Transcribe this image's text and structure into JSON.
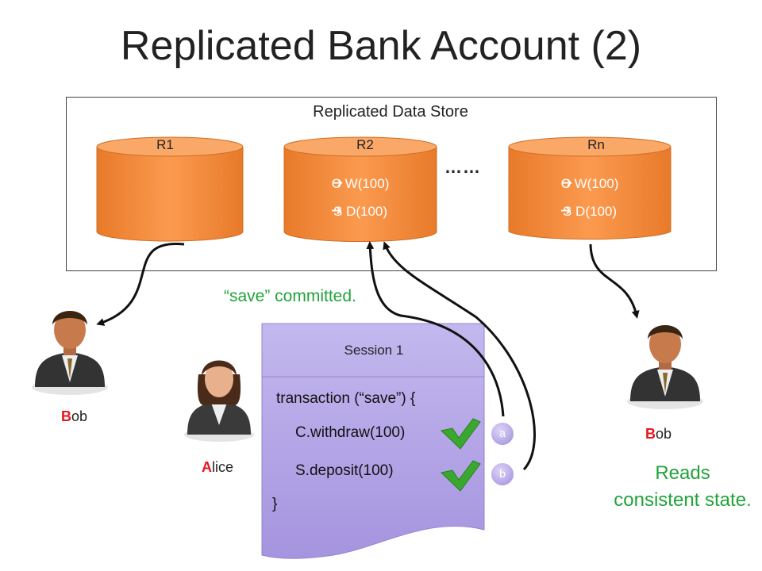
{
  "title": "Replicated Bank Account (2)",
  "store": {
    "label": "Replicated Data Store",
    "ellipsis": "……",
    "replicas": [
      {
        "name": "R1",
        "line1": "",
        "line2": ""
      },
      {
        "name": "R2",
        "line1": "C  W(100)",
        "line2": "S  D(100)"
      },
      {
        "name": "Rn",
        "line1": "C  W(100)",
        "line2": "S  D(100)"
      }
    ]
  },
  "annotations": {
    "save_committed": "“save” committed.",
    "reads": "Reads consistent state."
  },
  "people": {
    "bob_left": {
      "first": "B",
      "rest": "ob"
    },
    "alice": {
      "first": "A",
      "rest": "lice"
    },
    "bob_right": {
      "first": "B",
      "rest": "ob"
    }
  },
  "session": {
    "title": "Session 1",
    "lines": [
      "transaction (“save”) {",
      "C.withdraw(100)",
      "S.deposit(100)",
      "}"
    ]
  },
  "markers": [
    "a",
    "b"
  ],
  "colors": {
    "cylinder": "#f79646",
    "session": "#b1a2e2",
    "check": "#3aa82e",
    "committed_text": "#21a33a",
    "name_initial": "#e8161e"
  },
  "icons": [
    "person-bob-icon",
    "person-alice-icon",
    "checkmark-icon"
  ]
}
